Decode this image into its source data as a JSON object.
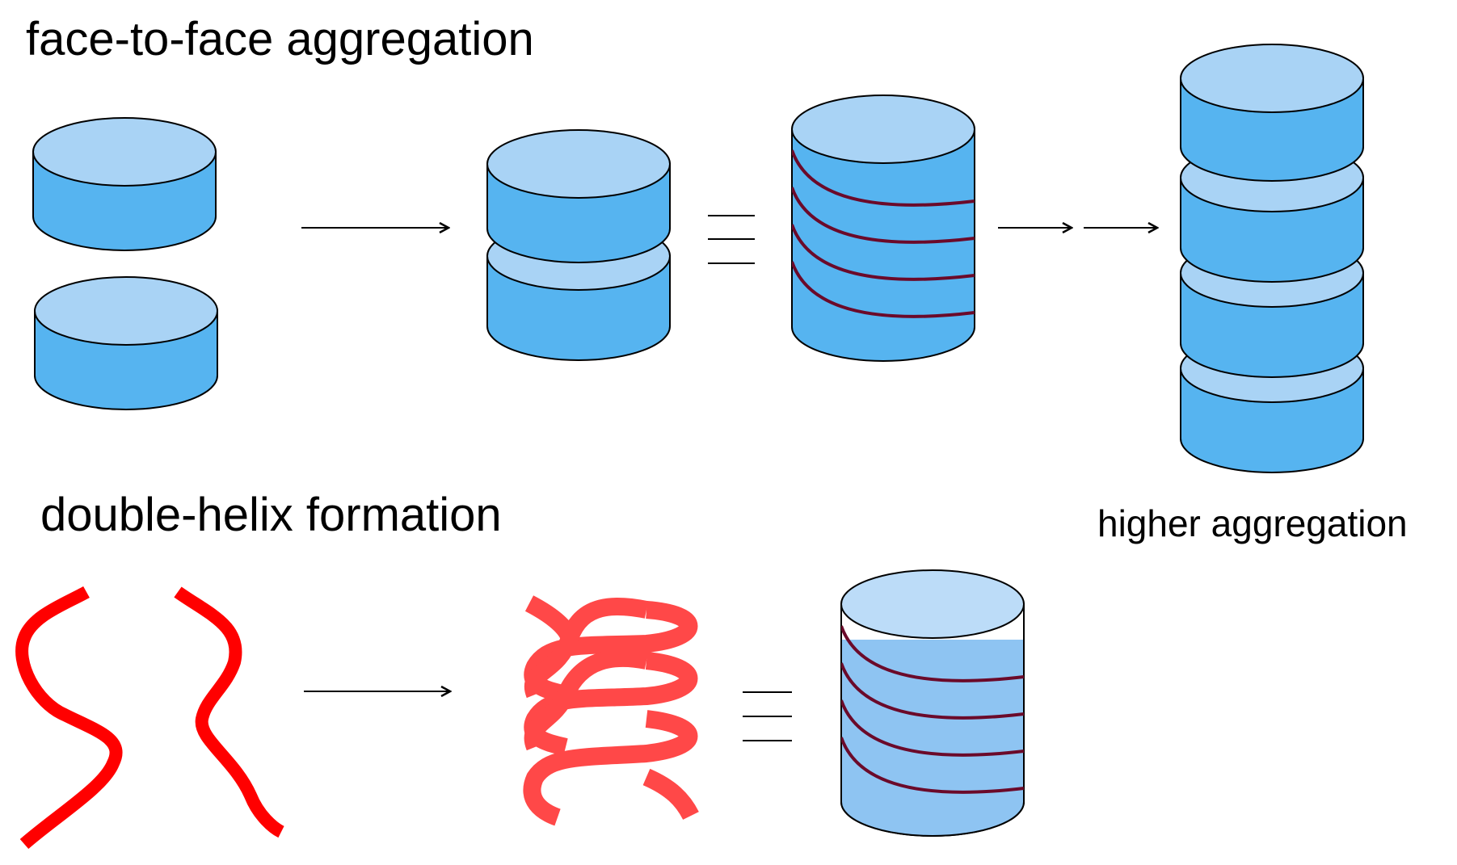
{
  "labels": {
    "face_to_face": "face-to-face aggregation",
    "double_helix": "double-helix formation",
    "higher": "higher aggregation"
  },
  "icons": {
    "arrow": "arrow-right-icon",
    "equivalence": "triple-bar-equivalence-icon",
    "disk": "cylinder-disk-icon",
    "strand": "polymer-strand-icon"
  },
  "colors": {
    "disk_side": "#56b4f0",
    "disk_top": "#a9d3f5",
    "disk_top_pale": "#bcdcf8",
    "column_fill": "#8ec4f2",
    "helix_line": "#6b0a2a",
    "strand_red": "#ff0000",
    "helix_red": "#ff4848",
    "outline": "#000000"
  }
}
